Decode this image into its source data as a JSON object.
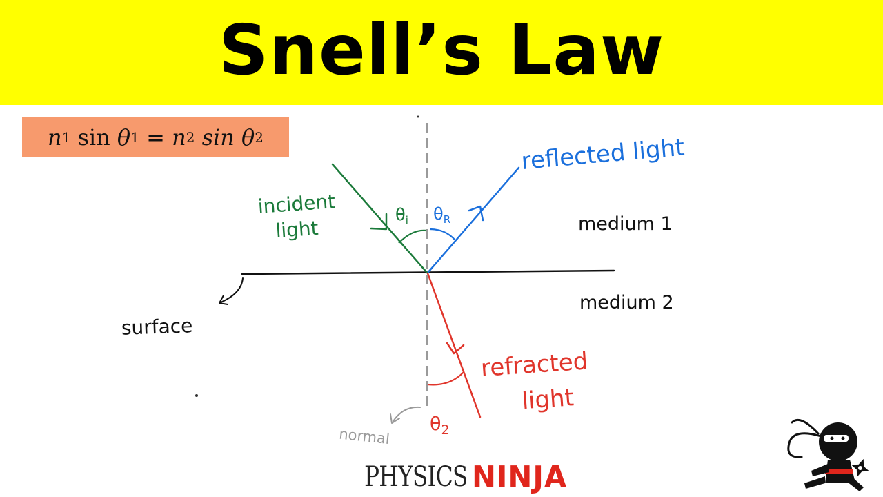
{
  "header": {
    "title": "Snell’s Law",
    "background_color": "#ffff00"
  },
  "formula": {
    "n1": "n",
    "sub1": "1",
    "sin1": "sin",
    "theta1": "θ",
    "sub_theta1": "1",
    "equals": "=",
    "n2": "n",
    "sub2": "2",
    "sin2": "sin",
    "theta2": "θ",
    "sub_theta2": "2",
    "background_color": "#f79a6d"
  },
  "labels": {
    "incident_line1": "incident",
    "incident_line2": "light",
    "reflected": "reflected light",
    "refracted_line1": "refracted",
    "refracted_line2": "light",
    "medium1": "medium 1",
    "medium2": "medium 2",
    "surface": "surface",
    "normal": "normal",
    "theta_i": "θ",
    "theta_i_sub": "i",
    "theta_r": "θ",
    "theta_r_sub": "R",
    "theta_2": "θ",
    "theta_2_sub": "2"
  },
  "colors": {
    "incident": "#1b7a3a",
    "reflected": "#1a6fdc",
    "refracted": "#e0352b",
    "normal": "#9a9a9a",
    "ink": "#111111",
    "ninja_red": "#e0261c"
  },
  "logo": {
    "physics": "PHYSICS",
    "ninja": "NINJA",
    "ninja_icon": "ninja-mascot-icon"
  }
}
